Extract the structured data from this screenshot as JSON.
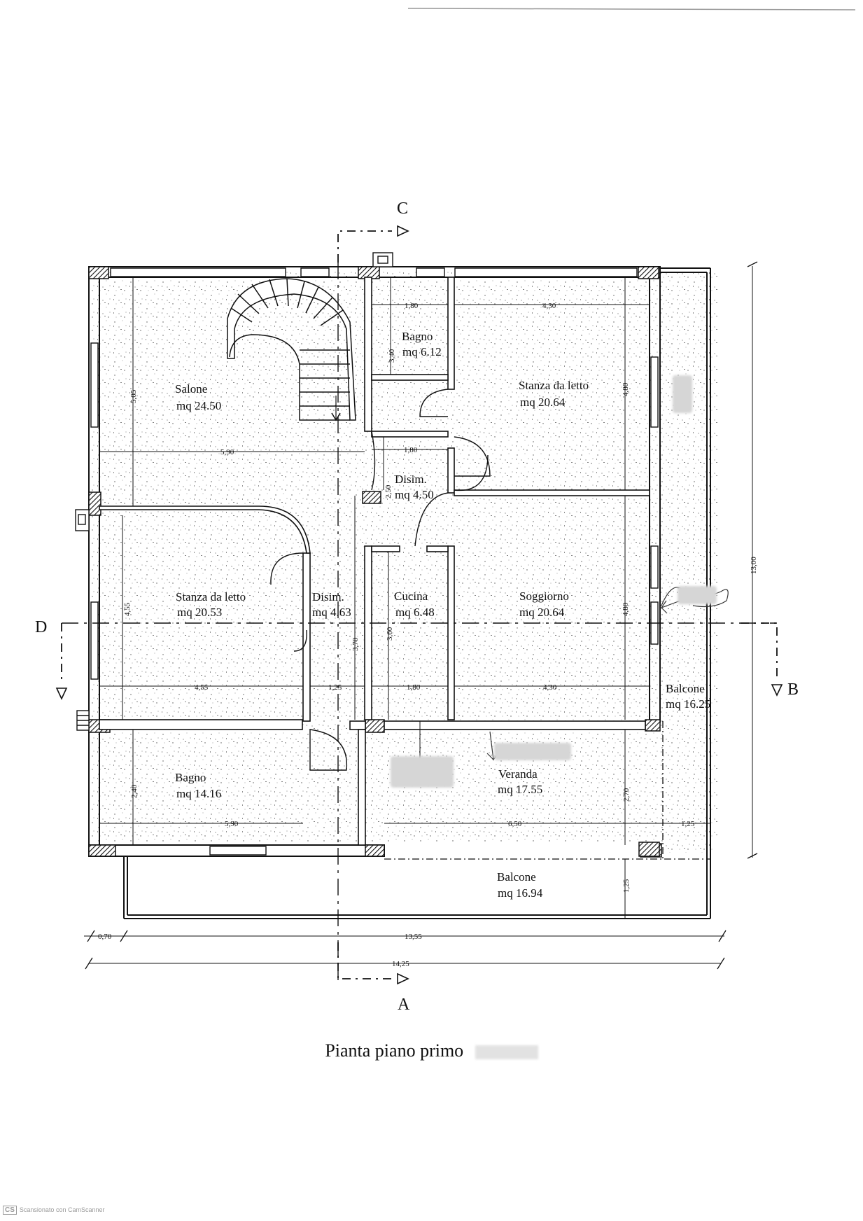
{
  "sections": {
    "top": "C",
    "bottom": "A",
    "left": "D",
    "right": "B"
  },
  "rooms": [
    {
      "name": "Salone",
      "area": "mq 24.50"
    },
    {
      "name": "Bagno",
      "area": "mq 6.12"
    },
    {
      "name": "Stanza da letto",
      "area": "mq 20.64"
    },
    {
      "name": "Disim.",
      "area": "mq 4.50"
    },
    {
      "name": "Stanza da letto",
      "area": "mq 20.53"
    },
    {
      "name": "Disim.",
      "area": "mq 4.63"
    },
    {
      "name": "Cucina",
      "area": "mq 6.48"
    },
    {
      "name": "Soggiorno",
      "area": "mq 20.64"
    },
    {
      "name": "Balcone",
      "area": "mq 16.25"
    },
    {
      "name": "Bagno",
      "area": "mq 14.16"
    },
    {
      "name": "Veranda",
      "area": "mq 17.55"
    },
    {
      "name": "Balcone",
      "area": "mq 16.94"
    }
  ],
  "dimensions": {
    "bagno_w": "1,80",
    "stanza_top_w": "4,30",
    "bagno_h": "3,40",
    "stanza_top_h": "4,80",
    "salone_h": "5,05",
    "salone_w": "5,90",
    "disim_top_w": "1,80",
    "disim_top_h": "2,50",
    "total_h": "13,00",
    "stanza_left_h": "4,55",
    "disim_h": "3,70",
    "cucina_h": "3,60",
    "soggiorno_h": "4,80",
    "stanza_left_w": "4,55",
    "disim_w": "1,25",
    "cucina_w": "1,80",
    "soggiorno_w": "4,30",
    "bagno_bot_h": "2,40",
    "veranda_h": "2,70",
    "bagno_bot_w": "5,90",
    "veranda_w": "6,50",
    "balcone_side_w": "1,25",
    "balcone_bot_h": "1,25",
    "overhang": "0,70",
    "inner_total_w": "13,55",
    "total_w": "14,25"
  },
  "caption": "Pianta piano primo",
  "footer": "Scansionato con CamScanner",
  "footer_badge": "CS"
}
